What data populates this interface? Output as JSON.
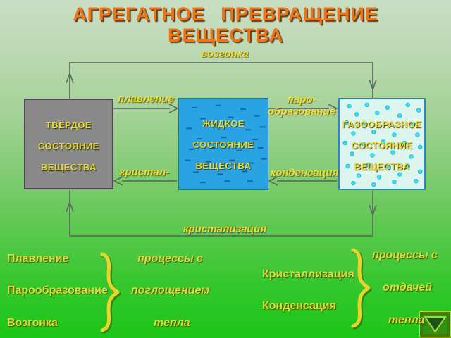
{
  "slide": {
    "title": "АГРЕГАТНОЕ ПРЕВРАЩЕНИЕ ВЕЩЕСТВА",
    "states": {
      "solid": "ТВЁРДОЕ\nСОСТОЯНИЕ\nВЕЩЕСТВА",
      "liquid": "ЖИДКОЕ\nСОСТОЯНИЕ\nВЕЩЕСТВА",
      "gas": "ГАЗООБРАЗНОЕ\nСОСТОЯНИЕ\nВЕЩЕСТВА"
    },
    "processes": {
      "sublimation": "возгонка",
      "melting": "плавление",
      "vaporization": "паро-\nобразование",
      "crystallization_short": "кристал-",
      "condensation": "конденсация",
      "crystallization_loop": "кристализация"
    },
    "absorb_group": {
      "items": [
        "Плавление",
        "Парообразование",
        "Возгонка"
      ],
      "phrase": [
        "процессы  с",
        "поглощением",
        "тепла"
      ]
    },
    "release_group": {
      "items": [
        "Кристаллизация",
        "Конденсация"
      ],
      "phrase": [
        "процессы  с",
        "отдачей",
        "тепла"
      ]
    },
    "icons": {
      "brace": "curly-brace",
      "nav_next": "down-triangle"
    },
    "colors": {
      "title_orange": "#ee7418",
      "text_yellow": "#e9d833",
      "solid_fill": "#898989",
      "liquid_fill": "#2aa3e3",
      "gas_fill": "#ddf5ef",
      "connector_gray": "#5d6d5d",
      "background_top": "#c8dec4",
      "background_bottom": "#1bc618",
      "nav_frame": "#3f7b08",
      "nav_triangle": "#14531a"
    }
  }
}
